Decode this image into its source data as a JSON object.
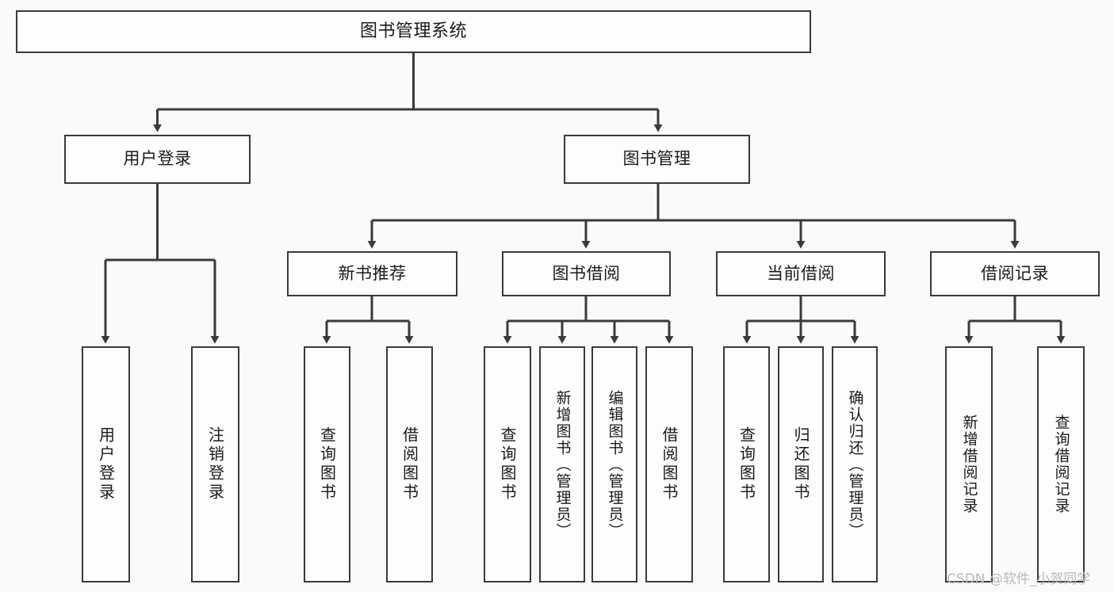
{
  "diagram": {
    "title": "图书管理系统",
    "type": "hierarchy-tree",
    "style": {
      "background": "#fafafa",
      "box_border": "#3a3a3a",
      "box_fill": "#fdfdfd",
      "text_color": "#1a1a1a",
      "connector": "#3a3a3a"
    },
    "levels": [
      {
        "level": 1,
        "nodes": [
          {
            "id": "root",
            "label": "图书管理系统",
            "orientation": "horizontal"
          }
        ]
      },
      {
        "level": 2,
        "nodes": [
          {
            "id": "login",
            "label": "用户登录",
            "orientation": "horizontal"
          },
          {
            "id": "bookmgmt",
            "label": "图书管理",
            "orientation": "horizontal"
          }
        ]
      },
      {
        "level": 3,
        "nodes": [
          {
            "id": "recommend",
            "label": "新书推荐",
            "orientation": "horizontal"
          },
          {
            "id": "borrow",
            "label": "图书借阅",
            "orientation": "horizontal"
          },
          {
            "id": "current",
            "label": "当前借阅",
            "orientation": "horizontal"
          },
          {
            "id": "records",
            "label": "借阅记录",
            "orientation": "horizontal"
          }
        ]
      },
      {
        "level": 4,
        "nodes": [
          {
            "id": "leaf-user-login",
            "label": "用户登录",
            "orientation": "vertical",
            "parent": "login"
          },
          {
            "id": "leaf-logout",
            "label": "注销登录",
            "orientation": "vertical",
            "parent": "login"
          },
          {
            "id": "leaf-query-book-1",
            "label": "查询图书",
            "orientation": "vertical",
            "parent": "recommend"
          },
          {
            "id": "leaf-borrow-book-1",
            "label": "借阅图书",
            "orientation": "vertical",
            "parent": "recommend"
          },
          {
            "id": "leaf-query-book-2",
            "label": "查询图书",
            "orientation": "vertical",
            "parent": "borrow"
          },
          {
            "id": "leaf-add-book",
            "label": "新增图书（管理员）",
            "orientation": "vertical",
            "parent": "borrow"
          },
          {
            "id": "leaf-edit-book",
            "label": "编辑图书（管理员）",
            "orientation": "vertical",
            "parent": "borrow"
          },
          {
            "id": "leaf-borrow-book-2",
            "label": "借阅图书",
            "orientation": "vertical",
            "parent": "borrow"
          },
          {
            "id": "leaf-query-book-3",
            "label": "查询图书",
            "orientation": "vertical",
            "parent": "current"
          },
          {
            "id": "leaf-return-book",
            "label": "归还图书",
            "orientation": "vertical",
            "parent": "current"
          },
          {
            "id": "leaf-confirm-return",
            "label": "确认归还（管理员）",
            "orientation": "vertical",
            "parent": "current"
          },
          {
            "id": "leaf-add-record",
            "label": "新增借阅记录",
            "orientation": "vertical",
            "parent": "records"
          },
          {
            "id": "leaf-query-record",
            "label": "查询借阅记录",
            "orientation": "vertical",
            "parent": "records"
          }
        ]
      }
    ]
  },
  "watermark": {
    "text": "CSDN @软件_小贺同学"
  }
}
